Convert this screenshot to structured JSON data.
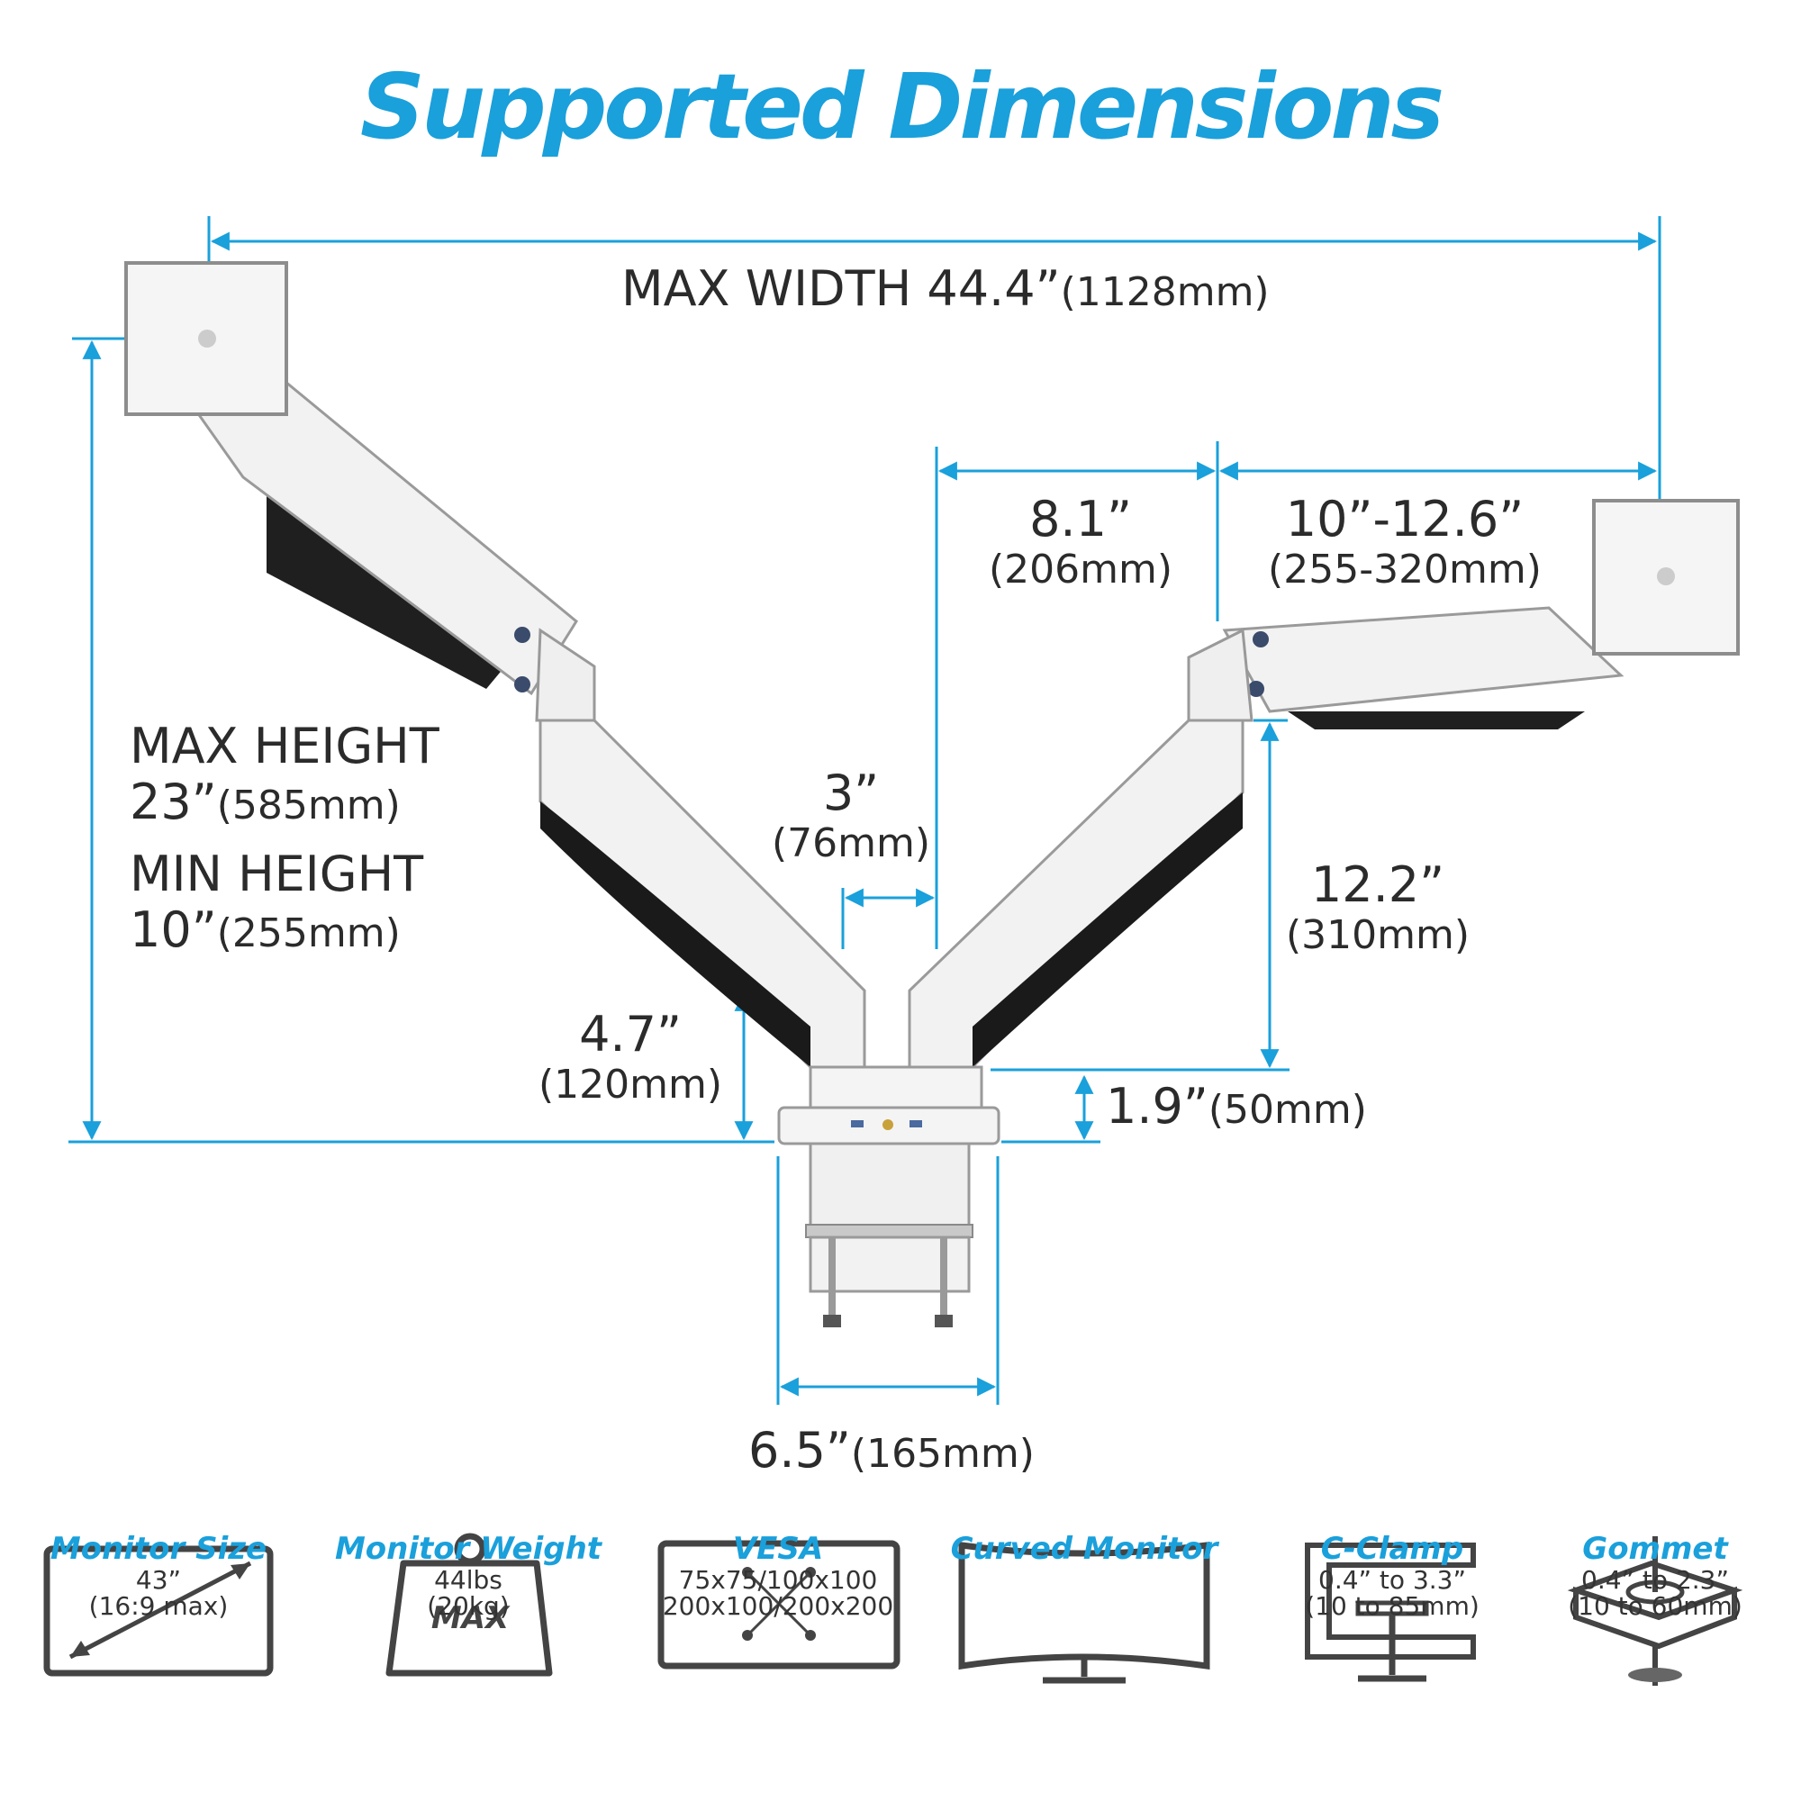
{
  "title": "Supported Dimensions",
  "colors": {
    "accent": "#1aa0db",
    "text": "#2b2b2b",
    "arm": "#f2f2f2",
    "arm_shadow": "#1a1a1a"
  },
  "dimensions": {
    "max_width": {
      "value": "MAX WIDTH 44.4”",
      "metric": "(1128mm)"
    },
    "max_height": {
      "label": "MAX HEIGHT",
      "value": "23”",
      "metric": "(585mm)"
    },
    "min_height": {
      "label": "MIN HEIGHT",
      "value": "10”",
      "metric": "(255mm)"
    },
    "arm_length": {
      "value": "8.1”",
      "metric": "(206mm)"
    },
    "arm_extension": {
      "value": "10”-12.6”",
      "metric": "(255-320mm)"
    },
    "pole_gap": {
      "value": "3”",
      "metric": "(76mm)"
    },
    "arm_height": {
      "value": "12.2”",
      "metric": "(310mm)"
    },
    "base_height": {
      "value": "4.7”",
      "metric": "(120mm)"
    },
    "clamp_height": {
      "value": "1.9”",
      "metric": "(50mm)"
    },
    "base_width": {
      "value": "6.5”",
      "metric": "(165mm)"
    }
  },
  "features": [
    {
      "icon": "monitor-size-icon",
      "label": "Monitor Size",
      "line1": "43”",
      "line2": "(16:9 max)"
    },
    {
      "icon": "weight-icon",
      "icon_text": "MAX",
      "label": "Monitor Weight",
      "line1": "44lbs",
      "line2": "(20kg)"
    },
    {
      "icon": "vesa-icon",
      "label": "VESA",
      "line1": "75x75/100x100",
      "line2": "200x100/200x200"
    },
    {
      "icon": "curved-monitor-icon",
      "label": "Curved Monitor",
      "line1": "",
      "line2": ""
    },
    {
      "icon": "c-clamp-icon",
      "label": "C-Clamp",
      "line1": "0.4” to 3.3”",
      "line2": "(10 to 85mm)"
    },
    {
      "icon": "grommet-icon",
      "label": "Gommet",
      "line1": "0.4” to 2.3”",
      "line2": "(10 to 60mm)"
    }
  ]
}
